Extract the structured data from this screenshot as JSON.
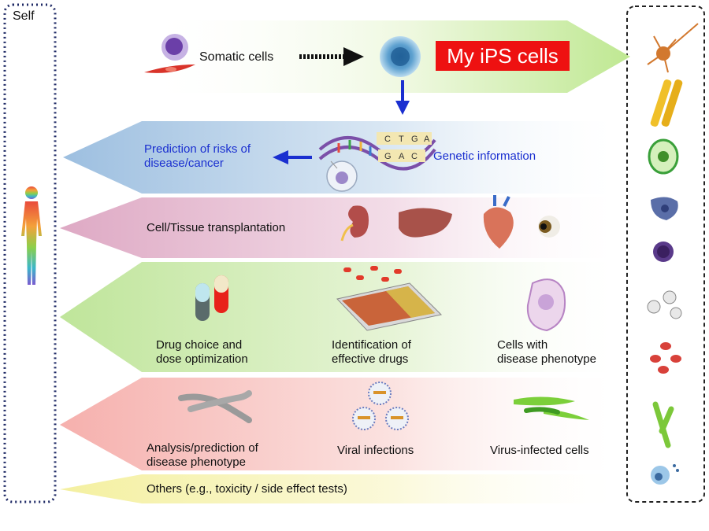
{
  "self_label": "Self",
  "top": {
    "somatic": "Somatic cells",
    "ips": "My iPS cells"
  },
  "rows": {
    "genetic": {
      "prediction_line1": "Prediction of risks of",
      "prediction_line2": "disease/cancer",
      "info": "Genetic information",
      "dna_letters": [
        "C",
        "T",
        "G",
        "A",
        "G",
        "A",
        "C"
      ]
    },
    "transplant": {
      "label": "Cell/Tissue transplantation"
    },
    "drugs": {
      "a_line1": "Drug choice and",
      "a_line2": "dose optimization",
      "b_line1": "Identification of",
      "b_line2": "effective drugs",
      "c_line1": "Cells with",
      "c_line2": "disease phenotype"
    },
    "disease": {
      "a_line1": "Analysis/prediction of",
      "a_line2": "disease phenotype",
      "b": "Viral infections",
      "c": "Virus-infected cells"
    },
    "others": {
      "label": "Others (e.g., toxicity / side effect tests)"
    }
  },
  "colors": {
    "ips_red": "#ee1111",
    "blue_text": "#1a2fd0",
    "band_green": "#c8eaa0",
    "band_blue": "#a9c9e6",
    "band_pink": "#e6b6cf",
    "band_salmon": "#f7b7b3",
    "band_yellow": "#f6f3a8",
    "frame_blue": "#1f2a66",
    "frame_black": "#222222"
  },
  "icons": [
    "somatic-cell-icon",
    "fibroblast-icon",
    "ips-cell-icon",
    "dna-icon",
    "kidney-icon",
    "liver-icon",
    "heart-icon",
    "eye-icon",
    "capsule-icon",
    "well-plate-icon",
    "diseased-cell-icon",
    "chromosome-icon",
    "virus-icon",
    "infected-cell-icon",
    "human-body-icon",
    "neuron-icon",
    "muscle-fiber-icon",
    "hepatocyte-icon",
    "epithelial-cell-icon",
    "blood-cell-icon",
    "platelet-icon",
    "red-blood-cell-icon",
    "bone-cell-icon",
    "stem-cell-icon"
  ]
}
